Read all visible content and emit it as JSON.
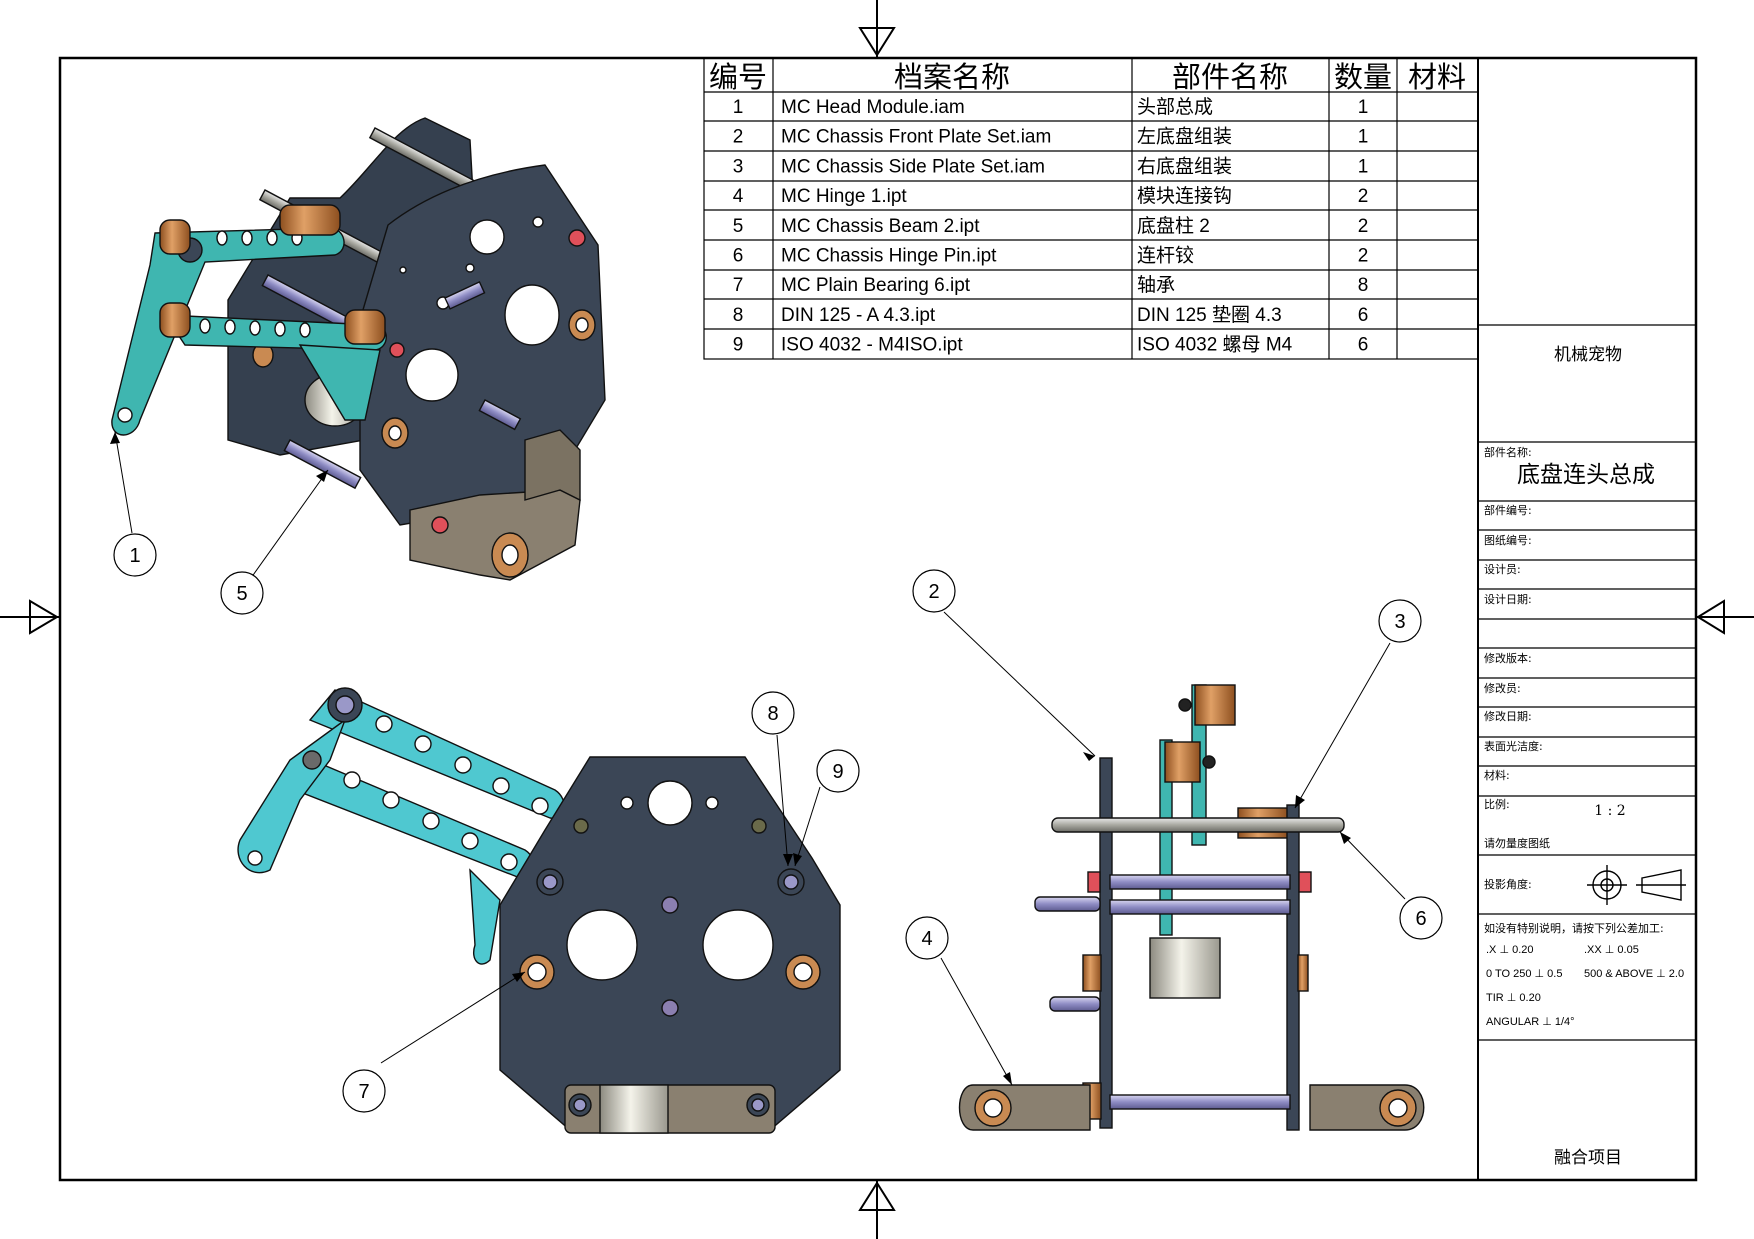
{
  "bom": {
    "headers": {
      "item_no": "编号",
      "file_name": "档案名称",
      "part_name": "部件名称",
      "qty": "数量",
      "material": "材料"
    },
    "rows": [
      {
        "item_no": "1",
        "file_name": "MC Head Module.iam",
        "part_name": "头部总成",
        "qty": "1",
        "material": ""
      },
      {
        "item_no": "2",
        "file_name": "MC Chassis Front Plate Set.iam",
        "part_name": "左底盘组装",
        "qty": "1",
        "material": ""
      },
      {
        "item_no": "3",
        "file_name": "MC Chassis Side Plate Set.iam",
        "part_name": "右底盘组装",
        "qty": "1",
        "material": ""
      },
      {
        "item_no": "4",
        "file_name": "MC Hinge 1.ipt",
        "part_name": "模块连接钩",
        "qty": "2",
        "material": ""
      },
      {
        "item_no": "5",
        "file_name": "MC Chassis Beam 2.ipt",
        "part_name": "底盘柱 2",
        "qty": "2",
        "material": ""
      },
      {
        "item_no": "6",
        "file_name": "MC Chassis Hinge Pin.ipt",
        "part_name": "连杆铰",
        "qty": "2",
        "material": ""
      },
      {
        "item_no": "7",
        "file_name": "MC Plain Bearing 6.ipt",
        "part_name": "轴承",
        "qty": "8",
        "material": ""
      },
      {
        "item_no": "8",
        "file_name": "DIN 125 - A 4.3.ipt",
        "part_name": "DIN 125 垫圈 4.3",
        "qty": "6",
        "material": ""
      },
      {
        "item_no": "9",
        "file_name": "ISO 4032 - M4ISO.ipt",
        "part_name": "ISO 4032 螺母 M4",
        "qty": "6",
        "material": ""
      }
    ]
  },
  "title_block": {
    "company": "机械宠物",
    "part_name_label": "部件名称:",
    "part_name": "底盘连头总成",
    "part_number_label": "部件编号:",
    "drawing_number_label": "图纸编号:",
    "designer_label": "设计员:",
    "design_date_label": "设计日期:",
    "revision_label": "修改版本:",
    "reviser_label": "修改员:",
    "revision_date_label": "修改日期:",
    "surface_finish_label": "表面光洁度:",
    "material_label": "材料:",
    "scale_label": "比例:",
    "scale_value": "1 : 2",
    "do_not_scale": "请勿量度图纸",
    "projection_label": "投影角度:",
    "tolerance_note": "如没有特别说明，请按下列公差加工:",
    "tol_x": ".X ⊥ 0.20",
    "tol_xx": ".XX ⊥ 0.05",
    "tol_range1": "0 TO 250 ⊥ 0.5",
    "tol_range2": "500 & ABOVE ⊥ 2.0",
    "tol_tir": "TIR ⊥ 0.20",
    "tol_angular": "ANGULAR ⊥ 1/4°",
    "project": "融合项目"
  },
  "balloons": [
    "1",
    "5",
    "2",
    "3",
    "8",
    "9",
    "6",
    "4",
    "7"
  ],
  "colors": {
    "plate": "#3b4656",
    "arm": "#3fb6b0",
    "arm_light": "#4fc8d0",
    "bearing": "#c98a52",
    "pin": "#9a98c8",
    "bracket": "#7b7262",
    "nut": "#e0505a"
  }
}
